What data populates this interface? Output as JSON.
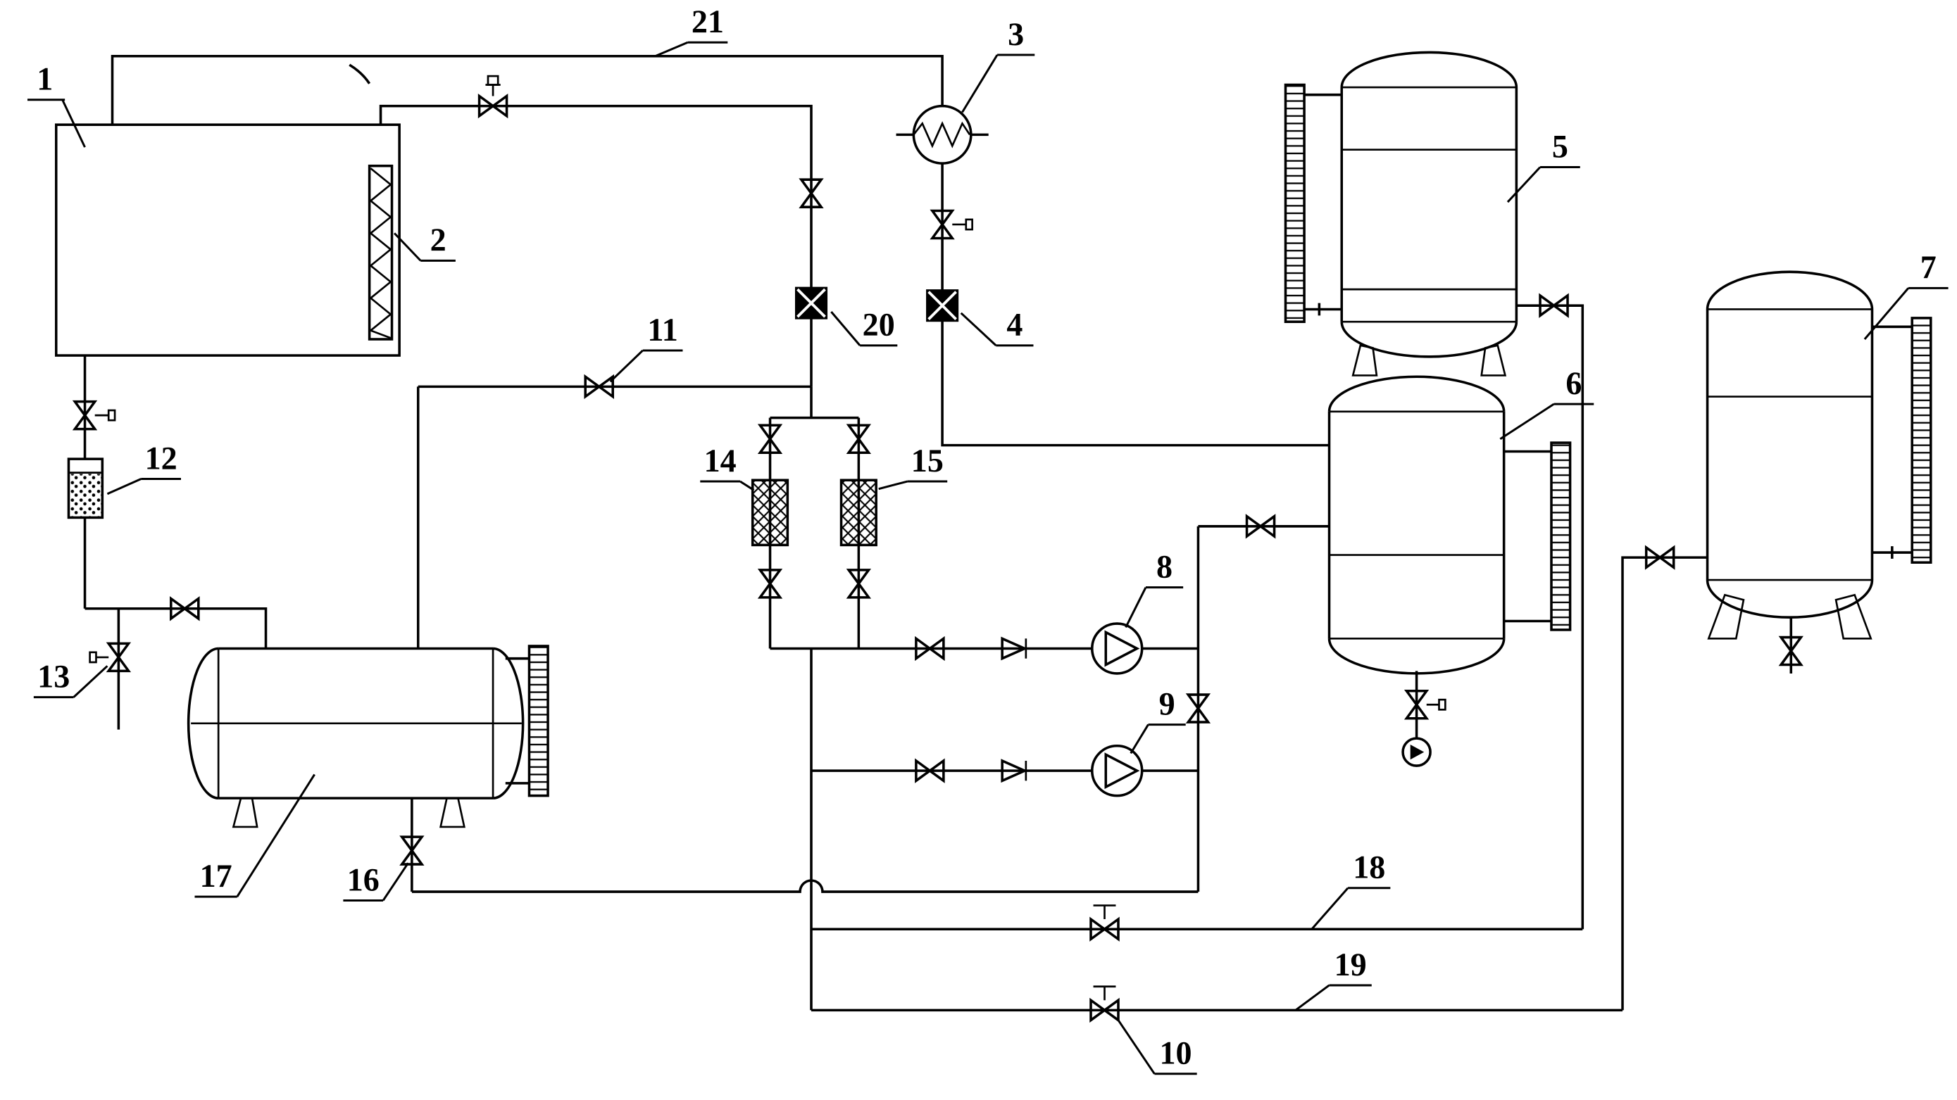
{
  "page": {
    "background": "#ffffff",
    "ink": "#000000"
  },
  "figure": {
    "kind": "patent-style piping and instrumentation schematic"
  },
  "components": {
    "1": {
      "label": "1",
      "symbol": "rectangular-chamber"
    },
    "2": {
      "label": "2",
      "symbol": "hatched-coil-strip"
    },
    "3": {
      "label": "3",
      "symbol": "heat-exchanger-circle"
    },
    "4": {
      "label": "4",
      "symbol": "solenoid-valve"
    },
    "5": {
      "label": "5",
      "symbol": "vertical-tank-with-gauge"
    },
    "6": {
      "label": "6",
      "symbol": "vertical-tank-with-gauge"
    },
    "7": {
      "label": "7",
      "symbol": "vertical-tank-with-gauge"
    },
    "8": {
      "label": "8",
      "symbol": "pump"
    },
    "9": {
      "label": "9",
      "symbol": "pump"
    },
    "10": {
      "label": "10",
      "symbol": "valve"
    },
    "11": {
      "label": "11",
      "symbol": "valve"
    },
    "12": {
      "label": "12",
      "symbol": "filter-drier"
    },
    "13": {
      "label": "13",
      "symbol": "valve"
    },
    "14": {
      "label": "14",
      "symbol": "filter"
    },
    "15": {
      "label": "15",
      "symbol": "filter"
    },
    "16": {
      "label": "16",
      "symbol": "valve"
    },
    "17": {
      "label": "17",
      "symbol": "horizontal-tank-with-gauge"
    },
    "18": {
      "label": "18",
      "symbol": "pipe-line"
    },
    "19": {
      "label": "19",
      "symbol": "pipe-line"
    },
    "20": {
      "label": "20",
      "symbol": "solenoid-valve"
    },
    "21": {
      "label": "21",
      "symbol": "pipe-line"
    }
  }
}
